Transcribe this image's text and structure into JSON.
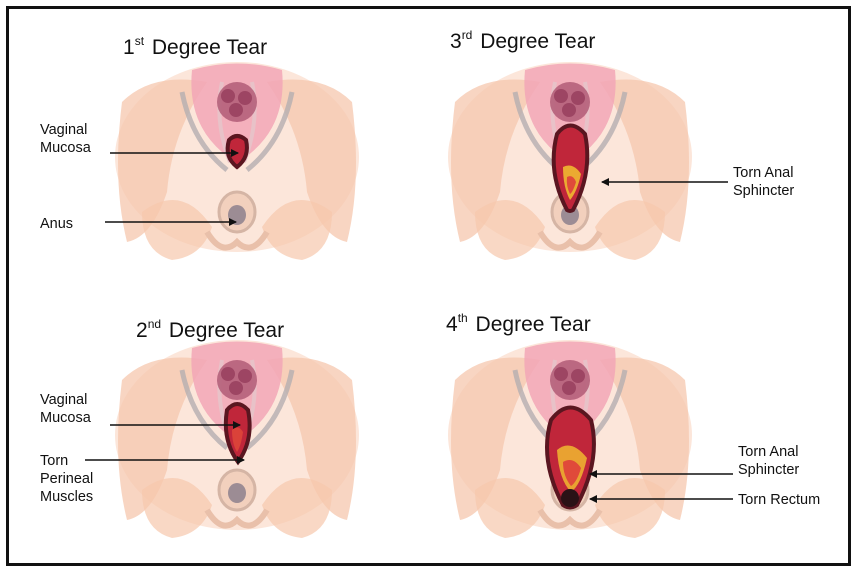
{
  "panels": [
    {
      "id": "first",
      "title": {
        "number": "1",
        "suffix": "st",
        "text": "Degree Tear"
      },
      "labels": [
        {
          "key": "vaginal-mucosa",
          "lines": [
            "Vaginal",
            "Mucosa"
          ]
        },
        {
          "key": "anus",
          "lines": [
            "Anus"
          ]
        }
      ]
    },
    {
      "id": "third",
      "title": {
        "number": "3",
        "suffix": "rd",
        "text": "Degree Tear"
      },
      "labels": [
        {
          "key": "torn-anal-sphincter",
          "lines": [
            "Torn Anal",
            "Sphincter"
          ]
        }
      ]
    },
    {
      "id": "second",
      "title": {
        "number": "2",
        "suffix": "nd",
        "text": "Degree Tear"
      },
      "labels": [
        {
          "key": "vaginal-mucosa",
          "lines": [
            "Vaginal",
            "Mucosa"
          ]
        },
        {
          "key": "torn-perineal-muscles",
          "lines": [
            "Torn",
            "Perineal",
            "Muscles"
          ]
        }
      ]
    },
    {
      "id": "fourth",
      "title": {
        "number": "4",
        "suffix": "th",
        "text": "Degree Tear"
      },
      "labels": [
        {
          "key": "torn-anal-sphincter",
          "lines": [
            "Torn Anal",
            "Sphincter"
          ]
        },
        {
          "key": "torn-rectum",
          "lines": [
            "Torn Rectum"
          ]
        }
      ]
    }
  ],
  "colors": {
    "skin": "#f6c7ad",
    "skin_light": "#fbe2d4",
    "pink": "#f2a6b6",
    "mauve": "#b5607a",
    "tear_red": "#c0263a",
    "tear_dark": "#5a1620",
    "tear_yellow": "#f2c230",
    "outline_gray": "#b4aeb0"
  }
}
